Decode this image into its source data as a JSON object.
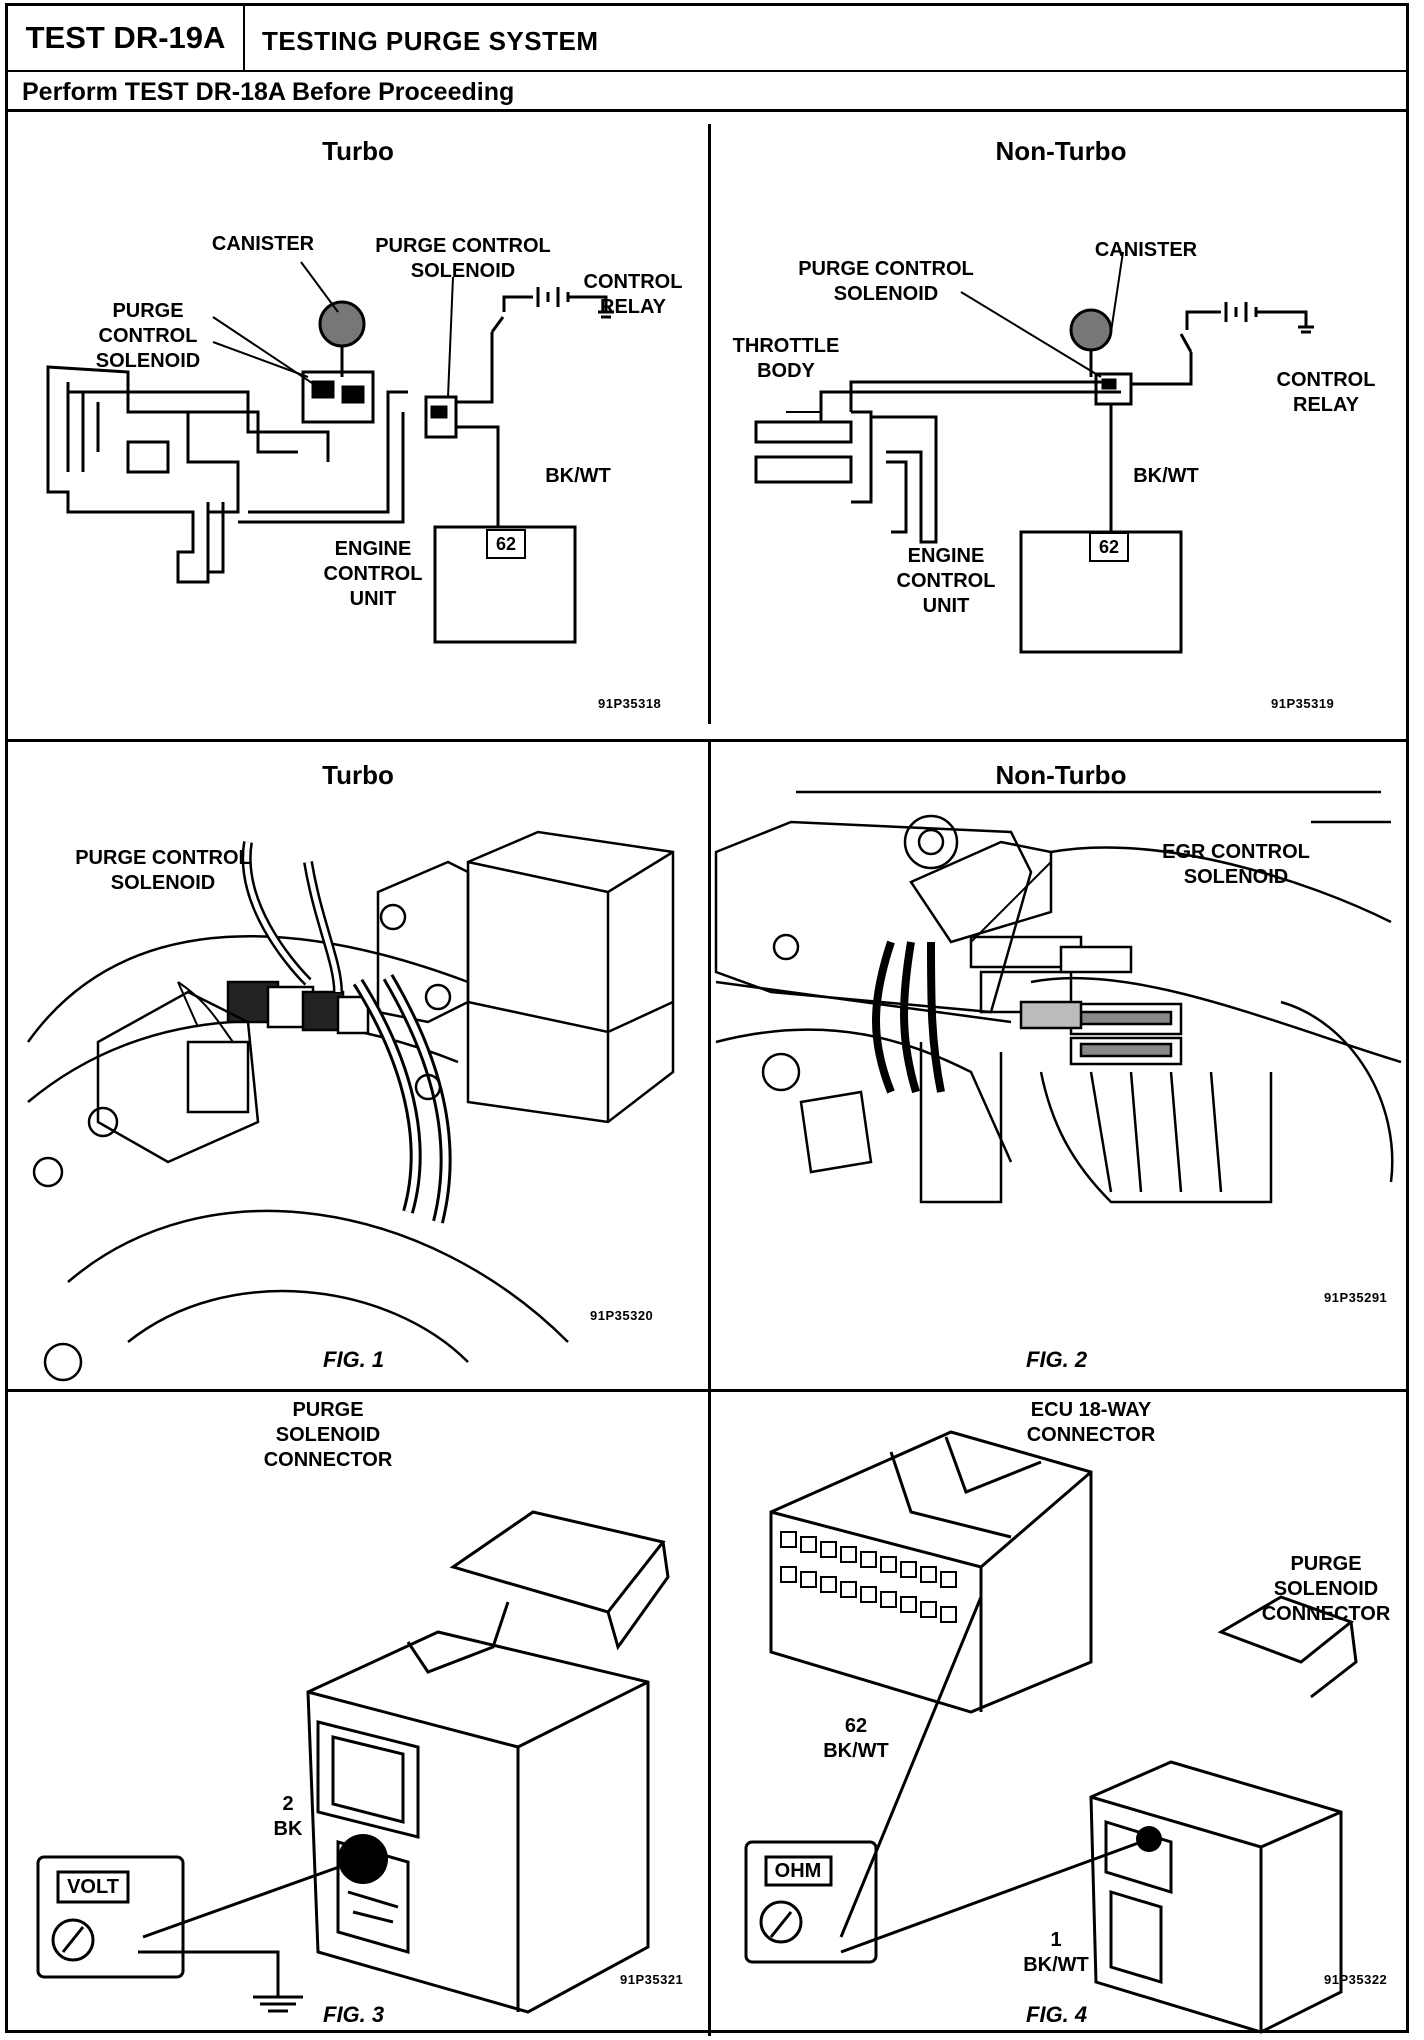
{
  "header": {
    "test_id": "TEST DR-19A",
    "title": "TESTING PURGE SYSTEM",
    "prerequisite": "Perform TEST DR-18A Before Proceeding"
  },
  "schematic_turbo": {
    "title": "Turbo",
    "labels": {
      "canister": "CANISTER",
      "purge_solenoid_top": "PURGE CONTROL\nSOLENOID",
      "control_relay": "CONTROL\nRELAY",
      "purge_solenoid_left": "PURGE\nCONTROL\nSOLENOID",
      "wire": "BK/WT",
      "ecu": "ENGINE\nCONTROL\nUNIT",
      "pin": "62"
    },
    "ref": "91P35318"
  },
  "schematic_nonturbo": {
    "title": "Non-Turbo",
    "labels": {
      "purge_solenoid": "PURGE CONTROL\nSOLENOID",
      "canister": "CANISTER",
      "throttle_body": "THROTTLE\nBODY",
      "control_relay": "CONTROL\nRELAY",
      "wire": "BK/WT",
      "ecu": "ENGINE\nCONTROL\nUNIT",
      "pin": "62"
    },
    "ref": "91P35319"
  },
  "fig1": {
    "title": "Turbo",
    "label": "PURGE CONTROL\nSOLENOID",
    "ref": "91P35320",
    "caption": "FIG. 1"
  },
  "fig2": {
    "title": "Non-Turbo",
    "label": "EGR CONTROL\nSOLENOID",
    "ref": "91P35291",
    "caption": "FIG. 2"
  },
  "fig3": {
    "connector_label": "PURGE\nSOLENOID\nCONNECTOR",
    "pin_label": "2\nBK",
    "meter": "VOLT",
    "ref": "91P35321",
    "caption": "FIG. 3"
  },
  "fig4": {
    "ecu_label": "ECU 18-WAY\nCONNECTOR",
    "connector_label": "PURGE\nSOLENOID\nCONNECTOR",
    "pin62_label": "62\nBK/WT",
    "pin1_label": "1\nBK/WT",
    "meter": "OHM",
    "ref": "91P35322",
    "caption": "FIG. 4"
  }
}
